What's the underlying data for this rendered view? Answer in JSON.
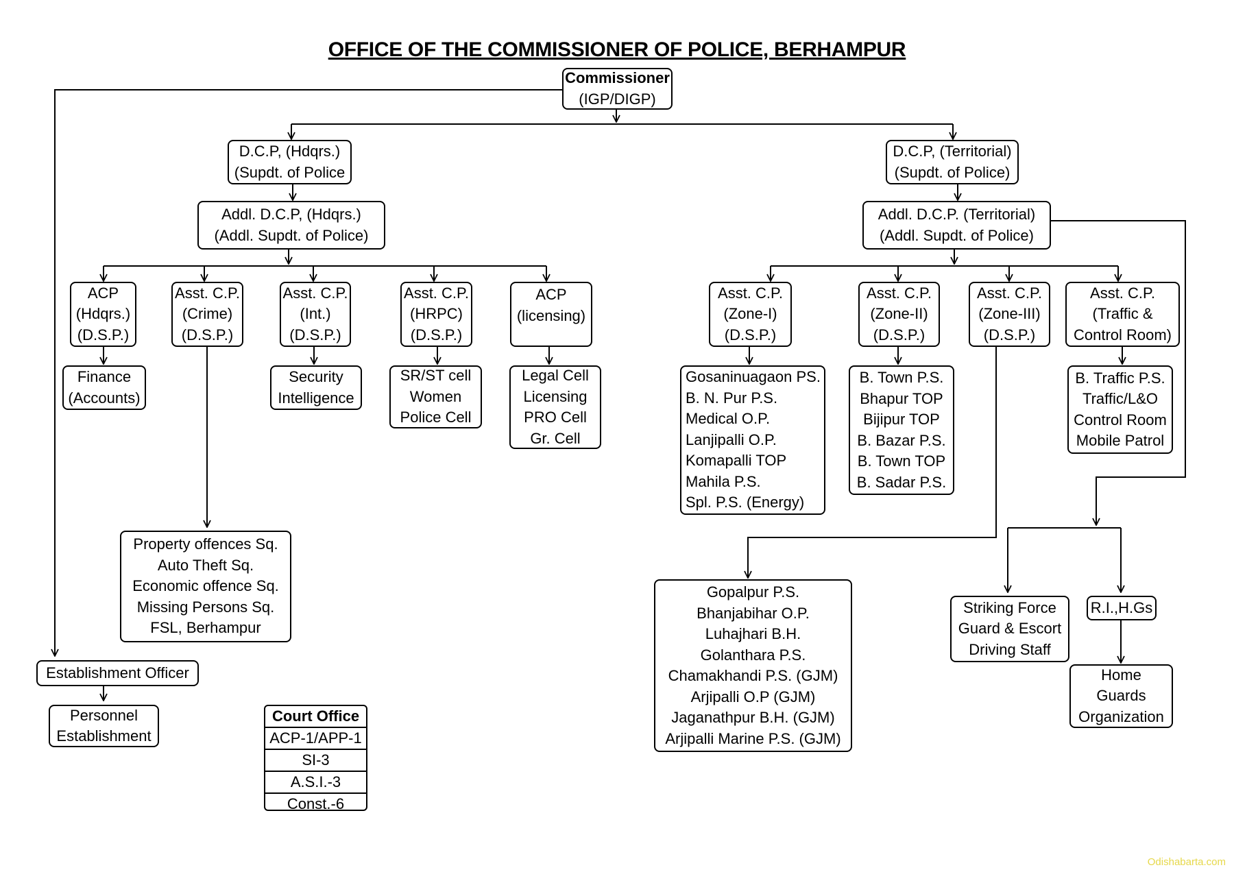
{
  "title": "OFFICE OF THE COMMISSIONER OF POLICE, BERHAMPUR",
  "watermark": "Odishabarta.com",
  "nodes": {
    "commissioner": [
      "Commissioner",
      "(IGP/DIGP)"
    ],
    "dcp_hq": [
      "D.C.P, (Hdqrs.)",
      "(Supdt. of Police"
    ],
    "dcp_terr": [
      "D.C.P, (Territorial)",
      "(Supdt. of Police)"
    ],
    "addl_dcp_hq": [
      "Addl. D.C.P, (Hdqrs.)",
      "(Addl. Supdt. of Police)"
    ],
    "addl_dcp_terr": [
      "Addl. D.C.P. (Territorial)",
      "(Addl. Supdt. of Police)"
    ],
    "acp_hq": [
      "ACP",
      "(Hdqrs.)",
      "(D.S.P.)"
    ],
    "acp_crime": [
      "Asst. C.P.",
      "(Crime)",
      "(D.S.P.)"
    ],
    "acp_int": [
      "Asst. C.P.",
      "(Int.)",
      "(D.S.P.)"
    ],
    "acp_hrpc": [
      "Asst. C.P.",
      "(HRPC)",
      "(D.S.P.)"
    ],
    "acp_lic": [
      "ACP",
      "(licensing)"
    ],
    "acp_zone1": [
      "Asst. C.P.",
      "(Zone-I)",
      "(D.S.P.)"
    ],
    "acp_zone2": [
      "Asst. C.P.",
      "(Zone-II)",
      "(D.S.P.)"
    ],
    "acp_zone3": [
      "Asst. C.P.",
      "(Zone-III)",
      "(D.S.P.)"
    ],
    "acp_traffic": [
      "Asst. C.P.",
      "(Traffic &",
      "Control Room)"
    ],
    "finance": [
      "Finance",
      "(Accounts)"
    ],
    "security": [
      "Security",
      "Intelligence"
    ],
    "srst": [
      "SR/ST cell",
      "Women",
      "Police Cell"
    ],
    "legal": [
      "Legal Cell",
      "Licensing",
      "PRO Cell",
      "Gr. Cell"
    ],
    "zone1_units": [
      "Gosaninuagaon PS.",
      "B. N. Pur P.S.",
      "Medical O.P.",
      "Lanjipalli O.P.",
      "Komapalli TOP",
      "Mahila P.S.",
      "Spl. P.S. (Energy)"
    ],
    "zone2_units": [
      "B. Town P.S.",
      "Bhapur TOP",
      "Bijipur TOP",
      "B. Bazar P.S.",
      "B. Town TOP",
      "B. Sadar P.S."
    ],
    "traffic_units": [
      "B. Traffic P.S.",
      "Traffic/L&O",
      "Control Room",
      "Mobile Patrol"
    ],
    "crime_squads": [
      "Property offences Sq.",
      "Auto  Theft Sq.",
      "Economic offence Sq.",
      "Missing Persons Sq.",
      "FSL, Berhampur"
    ],
    "zone3_units": [
      "Gopalpur P.S.",
      "Bhanjabihar O.P.",
      "Luhajhari B.H.",
      "Golanthara P.S.",
      "Chamakhandi P.S. (GJM)",
      "Arjipalli O.P (GJM)",
      "Jaganathpur B.H. (GJM)",
      "Arjipalli Marine P.S. (GJM)"
    ],
    "striking": [
      "Striking Force",
      "Guard & Escort",
      "Driving Staff"
    ],
    "ri_hgs": [
      "R.I.,H.Gs"
    ],
    "home_guards": [
      "Home",
      "Guards",
      "Organization"
    ],
    "establishment": [
      "Establishment  Officer"
    ],
    "personnel": [
      "Personnel",
      "Establishment"
    ]
  },
  "court_office": {
    "heading": "Court  Office",
    "rows": [
      "ACP-1/APP-1",
      "SI-3",
      "A.S.I.-3",
      "Const.-6"
    ]
  }
}
